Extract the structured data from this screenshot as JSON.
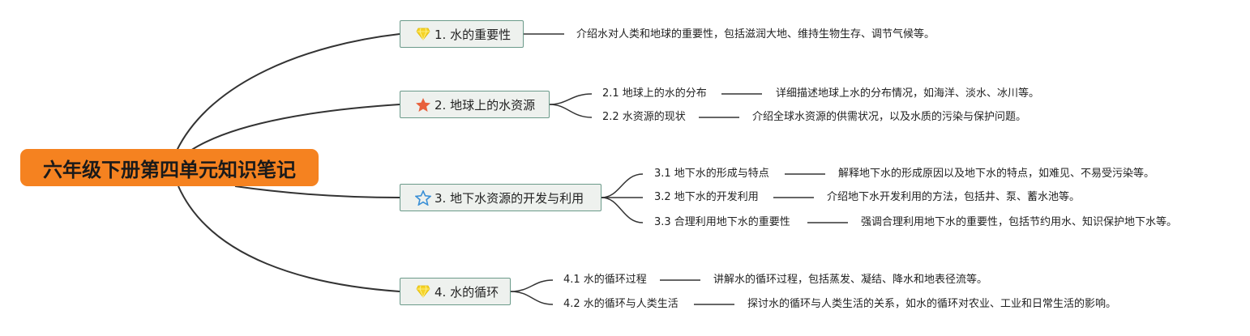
{
  "root": {
    "title": "六年级下册第四单元知识笔记"
  },
  "branches": [
    {
      "label": "1. 水的重要性",
      "icon": "diamond-icon",
      "icon_color": "#f5d327",
      "note": "介绍水对人类和地球的重要性，包括滋润大地、维持生物生存、调节气候等。",
      "children": []
    },
    {
      "label": "2. 地球上的水资源",
      "icon": "star-filled-icon",
      "icon_color": "#e8603c",
      "children": [
        {
          "label": "2.1 地球上的水的分布",
          "note": "详细描述地球上水的分布情况，如海洋、淡水、冰川等。"
        },
        {
          "label": "2.2 水资源的现状",
          "note": "介绍全球水资源的供需状况，以及水质的污染与保护问题。"
        }
      ]
    },
    {
      "label": "3. 地下水资源的开发与利用",
      "icon": "star-outline-icon",
      "icon_color": "#3a8fd6",
      "children": [
        {
          "label": "3.1 地下水的形成与特点",
          "note": "解释地下水的形成原因以及地下水的特点，如难见、不易受污染等。"
        },
        {
          "label": "3.2 地下水的开发利用",
          "note": "介绍地下水开发利用的方法，包括井、泵、蓄水池等。"
        },
        {
          "label": "3.3 合理利用地下水的重要性",
          "note": "强调合理利用地下水的重要性，包括节约用水、知识保护地下水等。"
        }
      ]
    },
    {
      "label": "4. 水的循环",
      "icon": "diamond-icon",
      "icon_color": "#f5d327",
      "children": [
        {
          "label": "4.1 水的循环过程",
          "note": "讲解水的循环过程，包括蒸发、凝结、降水和地表径流等。"
        },
        {
          "label": "4.2 水的循环与人类生活",
          "note": "探讨水的循环与人类生活的关系，如水的循环对农业、工业和日常生活的影响。"
        }
      ]
    }
  ],
  "colors": {
    "root_fill": "#f58220",
    "branch_fill": "#eef1ee",
    "branch_border": "#6b9a8a",
    "line": "#333333"
  }
}
